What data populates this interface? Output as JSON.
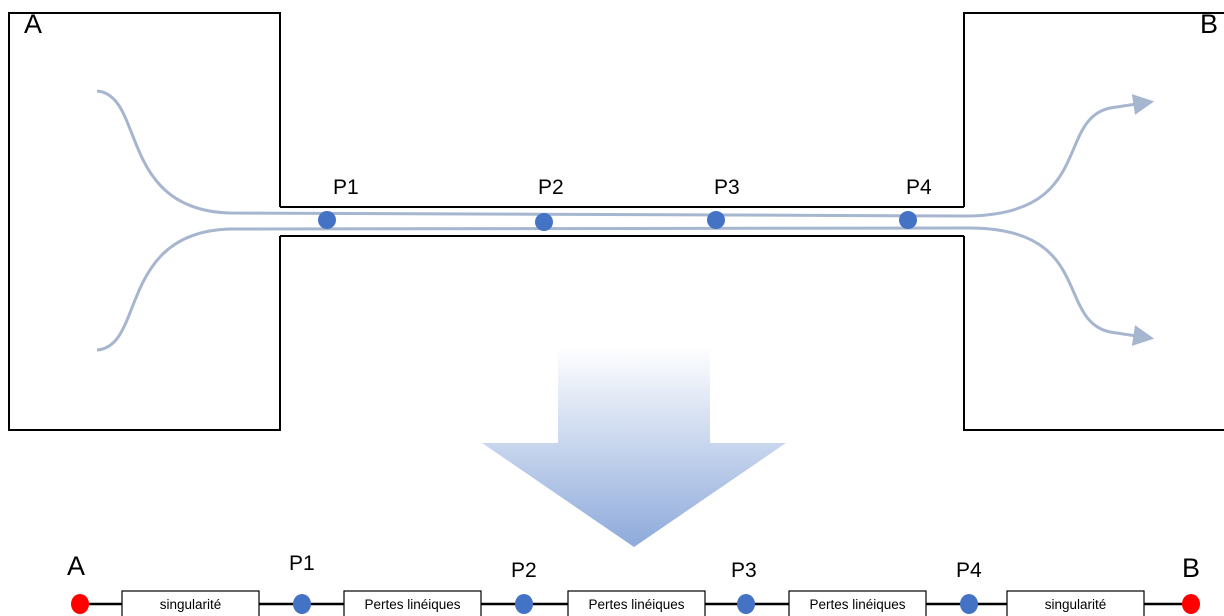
{
  "reservoirs": {
    "left_label": "A",
    "right_label": "B"
  },
  "points": [
    "P1",
    "P2",
    "P3",
    "P4"
  ],
  "chain": {
    "start_label": "A",
    "end_label": "B",
    "node_labels": [
      "P1",
      "P2",
      "P3",
      "P4"
    ],
    "segments": [
      "singularité",
      "Pertes linéiques",
      "Pertes linéiques",
      "Pertes linéiques",
      "singularité"
    ]
  },
  "colors": {
    "flow_line": "#a6b6cf",
    "point": "#4472c4",
    "endpoint": "#ff0000",
    "arrow_top": "#ffffff",
    "arrow_bottom": "#8eaadb",
    "stroke": "#000000"
  }
}
